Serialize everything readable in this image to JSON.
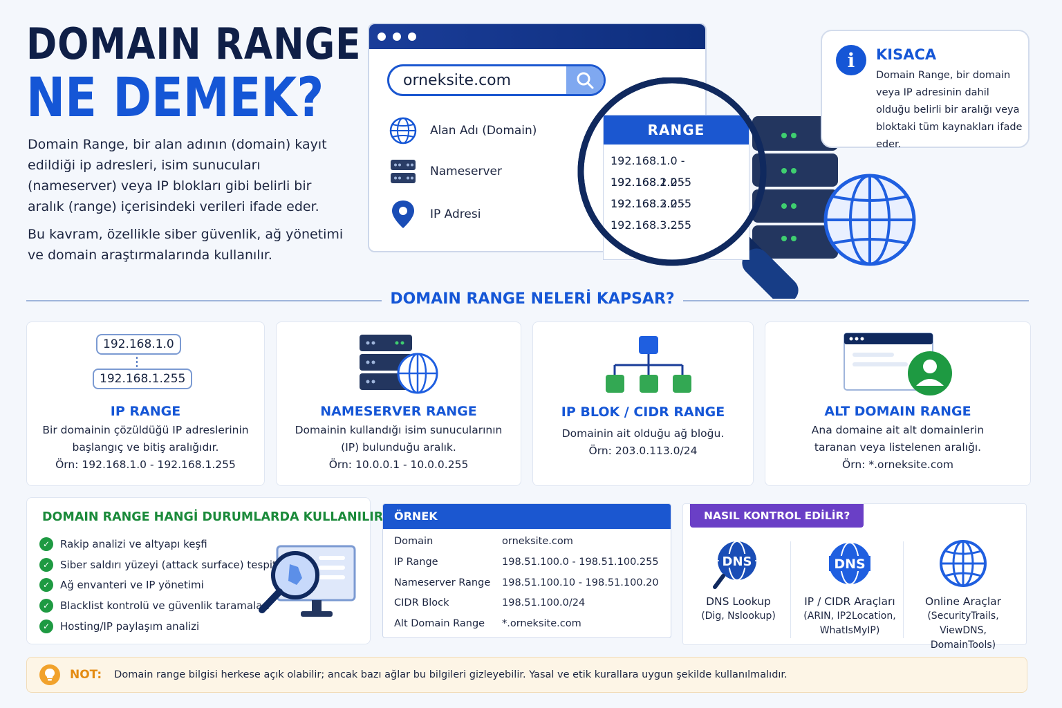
{
  "title": {
    "line1": "DOMAIN RANGE",
    "line2": "NE DEMEK?"
  },
  "intro": {
    "p1": "Domain Range, bir alan adının (domain) kayıt edildiği ip adresleri, isim sunucuları (nameserver) veya IP blokları gibi belirli bir aralık (range) içerisindeki verileri ifade eder.",
    "p2": "Bu kavram, özellikle siber güvenlik, ağ yönetimi ve domain araştırmalarında kullanılır."
  },
  "browser": {
    "search_value": "orneksite.com",
    "rows": [
      "Alan Adı (Domain)",
      "Nameserver",
      "IP Adresi"
    ]
  },
  "range_card": {
    "title": "RANGE",
    "lines": [
      "192.168.1.0 - 192.168.1.255",
      "192.168.2.0 - 192.168.2.255",
      "192.168.3.0 - 192.168.3.255",
      "..."
    ]
  },
  "kisaca": {
    "icon_letter": "i",
    "title": "KISACA",
    "text": "Domain Range, bir domain veya IP adresinin dahil olduğu belirli bir aralığı veya bloktaki tüm kaynakları ifade eder."
  },
  "section": {
    "title": "DOMAIN RANGE NELERİ KAPSAR?"
  },
  "cards": [
    {
      "pill_top": "192.168.1.0",
      "pill_bottom": "192.168.1.255",
      "title": "IP RANGE",
      "text": [
        "Bir domainin çözüldüğü IP adreslerinin",
        "başlangıç ve bitiş aralığıdır.",
        "Örn: 192.168.1.0 - 192.168.1.255"
      ]
    },
    {
      "title": "NAMESERVER RANGE",
      "text": [
        "Domainin kullandığı isim sunucularının",
        "(IP) bulunduğu aralık.",
        "Örn: 10.0.0.1 - 10.0.0.255"
      ]
    },
    {
      "title": "IP BLOK / CIDR RANGE",
      "text": [
        "Domainin ait olduğu ağ bloğu.",
        "Örn: 203.0.113.0/24"
      ]
    },
    {
      "title": "ALT DOMAIN RANGE",
      "text": [
        "Ana domaine ait alt domainlerin",
        "taranan veya listelenen aralığı.",
        "Örn: *.orneksite.com"
      ]
    }
  ],
  "uses": {
    "title": "DOMAIN RANGE HANGİ DURUMLARDA KULLANILIR?",
    "items": [
      "Rakip analizi ve altyapı keşfi",
      "Siber saldırı yüzeyi (attack surface) tespiti",
      "Ağ envanteri ve IP yönetimi",
      "Blacklist kontrolü ve güvenlik taramaları",
      "Hosting/IP paylaşım analizi"
    ]
  },
  "ornek": {
    "title": "ÖRNEK",
    "rows": [
      {
        "key": "Domain",
        "value": "orneksite.com"
      },
      {
        "key": "IP Range",
        "value": "198.51.100.0 - 198.51.100.255"
      },
      {
        "key": "Nameserver Range",
        "value": "198.51.100.10 - 198.51.100.20"
      },
      {
        "key": "CIDR Block",
        "value": "198.51.100.0/24"
      },
      {
        "key": "Alt Domain Range",
        "value": "*.orneksite.com"
      }
    ]
  },
  "kontrol": {
    "title": "NASIL KONTROL EDİLİR?",
    "dns_badge": "DNS",
    "tools": [
      {
        "label": "DNS Lookup",
        "sub": [
          "(Dig, Nslookup)"
        ]
      },
      {
        "label": "IP / CIDR Araçları",
        "sub": [
          "(ARIN, IP2Location,",
          "WhatIsMyIP)"
        ]
      },
      {
        "label": "Online Araçlar",
        "sub": [
          "(SecurityTrails, ViewDNS,",
          "DomainTools)"
        ]
      }
    ]
  },
  "note": {
    "label": "NOT:",
    "text": "Domain range bilgisi herkese açık olabilir; ancak bazı ağlar bu bilgileri gizleyebilir. Yasal ve etik kurallara uygun şekilde kullanılmalıdır."
  },
  "colors": {
    "primary": "#1556d6",
    "navy": "#0f1f47",
    "green": "#1e9a42",
    "purple": "#6a3fc6",
    "orange": "#e48b12"
  }
}
